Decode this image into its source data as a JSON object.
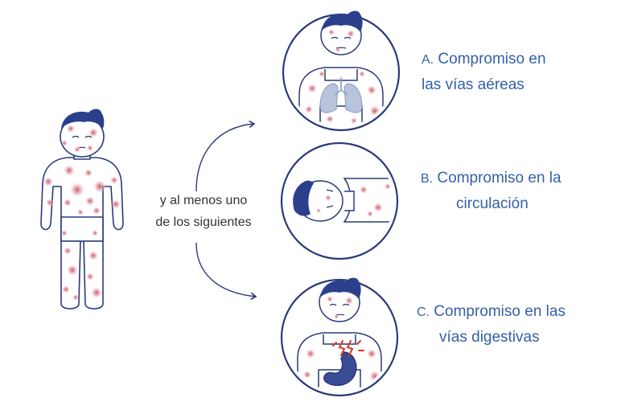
{
  "connector": {
    "line1": "y al menos uno",
    "line2": "de los siguientes"
  },
  "options": [
    {
      "letter": "A.",
      "line1": "Compromiso en",
      "line2": "las vías aéreas"
    },
    {
      "letter": "B.",
      "line1": "Compromiso en la",
      "line2": "circulación"
    },
    {
      "letter": "C.",
      "line1": "Compromiso en las",
      "line2": "vías digestivas"
    }
  ],
  "colors": {
    "outline": "#2a3a7a",
    "label": "#3560a8",
    "hair": "#2b3f8c",
    "rash": "#d9808c",
    "lungs": "#b8c3dc",
    "pain": "#d23b24"
  }
}
